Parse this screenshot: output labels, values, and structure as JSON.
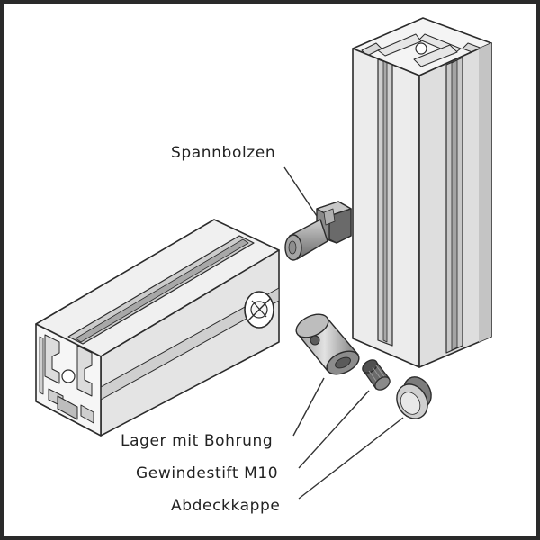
{
  "labels": {
    "spannbolzen": "Spannbolzen",
    "lager": "Lager mit Bohrung",
    "gewindestift": "Gewindestift M10",
    "abdeckkappe": "Abdeckkappe"
  },
  "colors": {
    "background": "#ffffff",
    "frame": "#2a2a2a",
    "outline": "#2b2b2b",
    "profile_face": "#f2f2f2",
    "profile_side": "#dcdcdc",
    "profile_shadow": "#bdbdbd",
    "part_dark": "#6e6e6e",
    "part_mid": "#a8a8a8",
    "part_light": "#d6d6d6",
    "leader_line": "#333333"
  }
}
